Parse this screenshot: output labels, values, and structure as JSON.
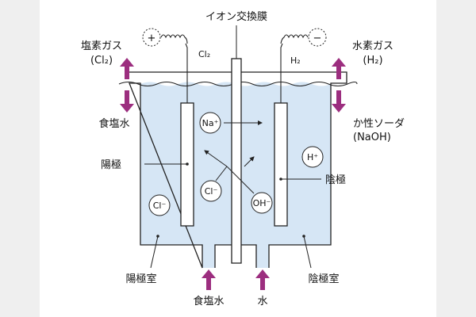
{
  "title": "イオン交換膜",
  "left": {
    "gas_label": "塩素ガス",
    "gas_formula": "(Cl₂)",
    "outflow_label": "食塩水",
    "electrode_label": "陽極",
    "chamber_label": "陽極室",
    "electrode_gas": "Cl₂",
    "ion_cl": "Cl⁻",
    "inlet_label": "食塩水",
    "polarity": "+"
  },
  "right": {
    "gas_label": "水素ガス",
    "gas_formula": "(H₂)",
    "product_label": "か性ソーダ",
    "product_formula": "(NaOH)",
    "electrode_label": "陰極",
    "chamber_label": "陰極室",
    "electrode_gas": "H₂",
    "ion_h": "H⁺",
    "inlet_label": "水",
    "polarity": "−"
  },
  "center_ions": {
    "na": "Na⁺",
    "cl": "Cl⁻",
    "oh": "OH⁻"
  },
  "colors": {
    "liquid": "#d6e6f5",
    "arrow": "#9c2e7f",
    "stroke": "#222222"
  }
}
